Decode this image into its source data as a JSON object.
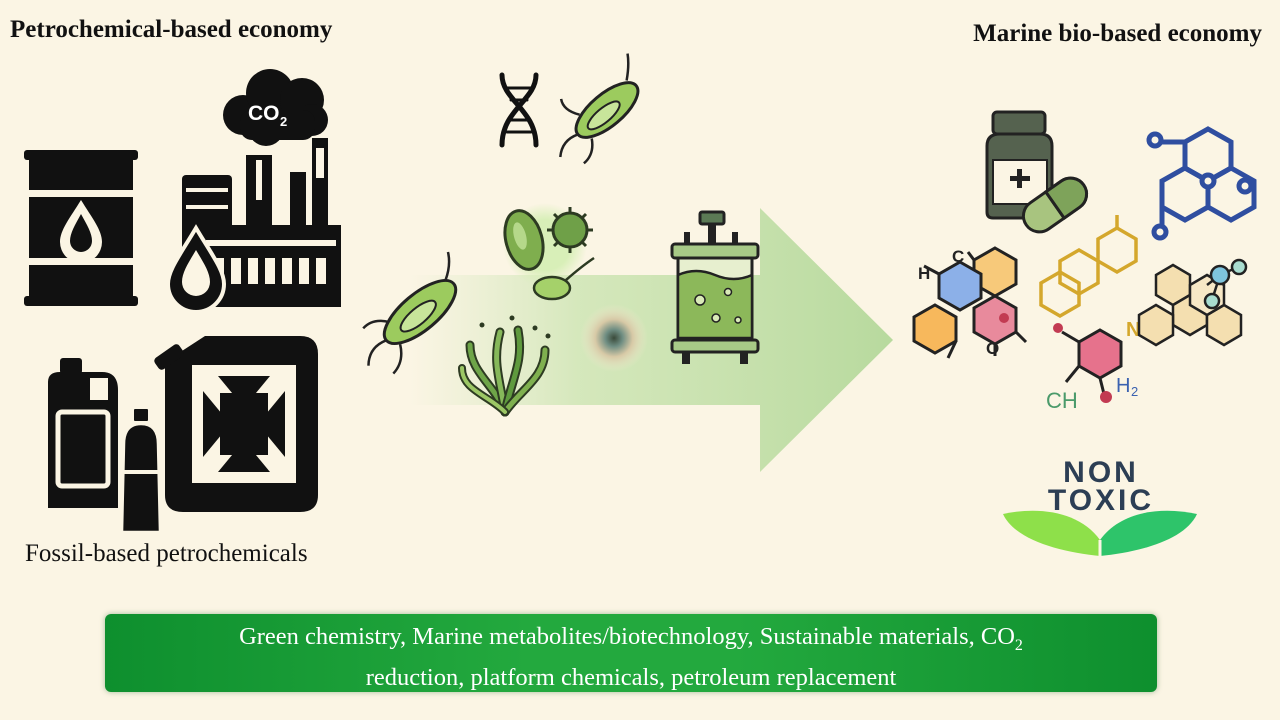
{
  "left_title": "Petrochemical-based economy",
  "right_title": "Marine bio-based economy",
  "fossil_label": "Fossil-based petrochemicals",
  "co2_cloud": {
    "text": "CO",
    "subscript": "2"
  },
  "molecule_labels": {
    "h": "H",
    "c": "C",
    "o": "O",
    "n": "N",
    "ch": "CH",
    "h2": "H",
    "h2_sub": "2"
  },
  "nontoxic": {
    "line1": "NON",
    "line2": "TOXIC"
  },
  "banner": {
    "line1_before_sub": "Green chemistry, Marine metabolites/biotechnology, Sustainable materials, CO",
    "line1_sub": "2",
    "line2": "reduction, platform chemicals, petroleum replacement"
  },
  "colors": {
    "background": "#fbf5e4",
    "banner_green": "#1f9e3a",
    "arrow_green": "#b9dca0",
    "molecule_blue": "#2f4ea0",
    "microbe_green": "#8cbf5a"
  }
}
